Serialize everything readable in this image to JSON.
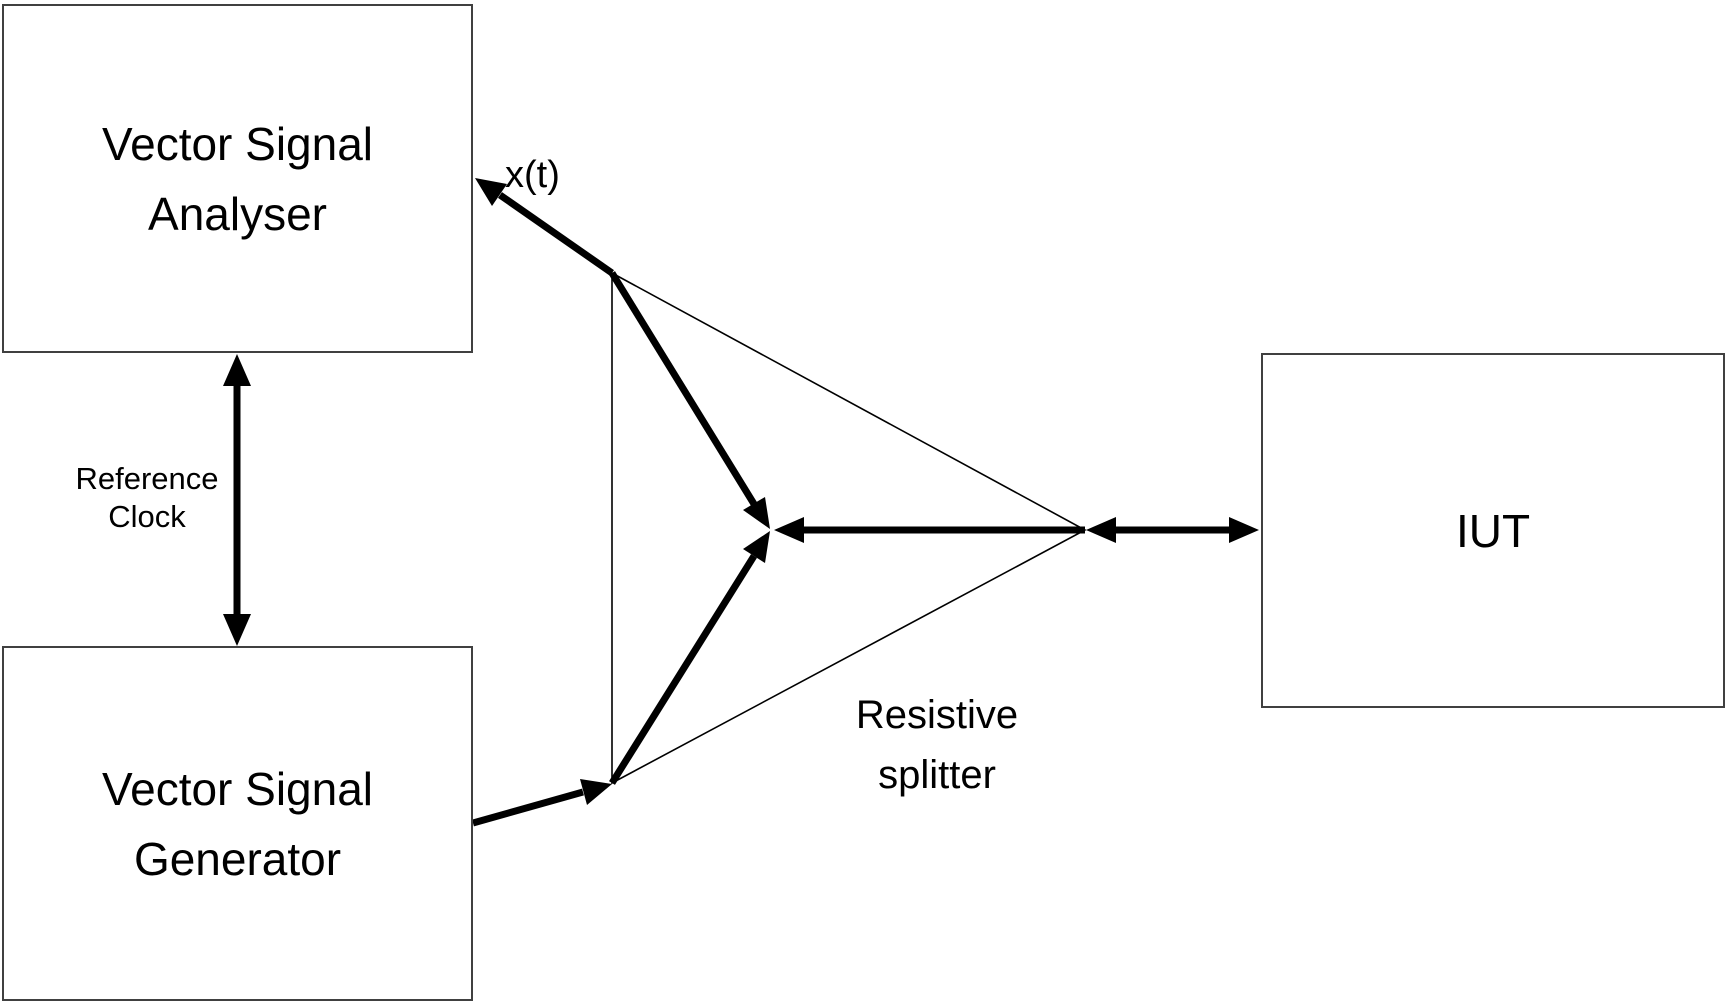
{
  "nodes": {
    "analyser": {
      "line1": "Vector Signal",
      "line2": "Analyser"
    },
    "generator": {
      "line1": "Vector Signal",
      "line2": "Generator"
    },
    "iut": {
      "label": "IUT"
    }
  },
  "labels": {
    "signal": "x(t)",
    "reference_clock": {
      "line1": "Reference",
      "line2": "Clock"
    },
    "splitter": {
      "line1": "Resistive",
      "line2": "splitter"
    }
  },
  "colors": {
    "background": "#ffffff",
    "box_border": "#404040",
    "line": "#000000",
    "text": "#000000"
  }
}
